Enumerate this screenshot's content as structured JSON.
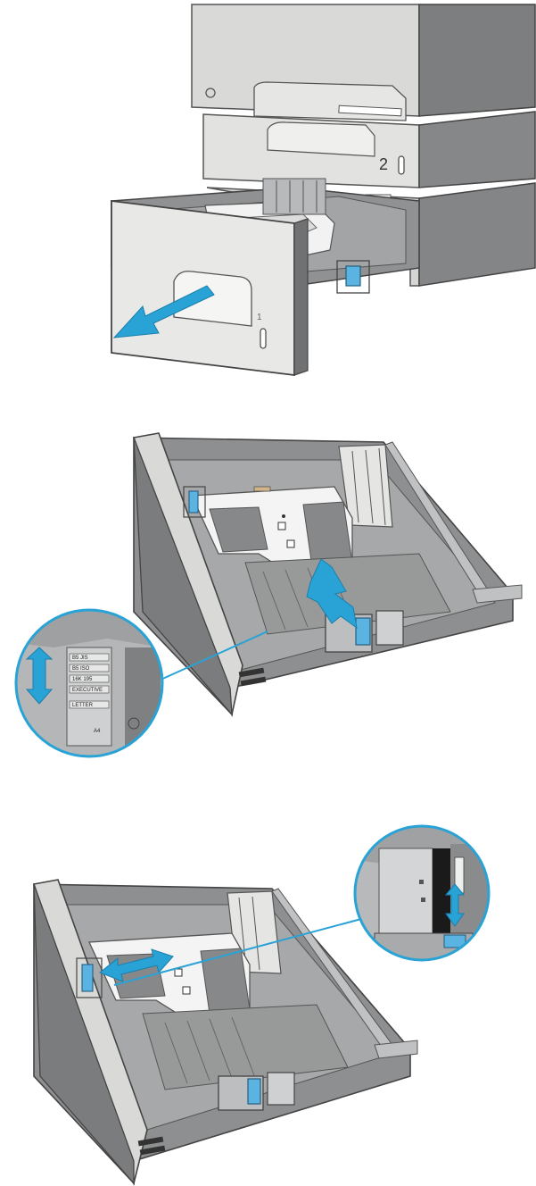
{
  "panel1": {
    "tray_number_label": "2",
    "tray_name_plate": "",
    "arrow_color": "#29a3d6"
  },
  "panel2": {
    "callout_size_labels": [
      "B5 JIS",
      "B5 ISO",
      "16K 195",
      "EXECUTIVE",
      "LETTER",
      "A4"
    ],
    "arrow_color": "#29a3d6",
    "lever_color": "#5ab3e0"
  },
  "panel3": {
    "arrow_color": "#29a3d6",
    "lever_color": "#5ab3e0"
  }
}
